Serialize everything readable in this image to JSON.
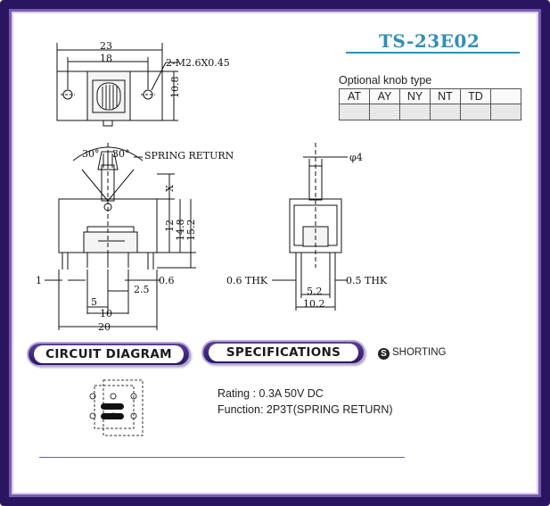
{
  "title": "TS-23E02",
  "knob": {
    "caption": "Optional knob type",
    "types": [
      "AT",
      "AY",
      "NY",
      "NT",
      "TD",
      ""
    ]
  },
  "top_view": {
    "dim_overall": "23",
    "dim_holes": "18",
    "dim_screw": "2-M2.6X0.45",
    "dim_height": "10.8"
  },
  "front_view": {
    "angle_left": "30°",
    "angle_right": "30°",
    "spring_label": "SPRING RETURN",
    "dim_x": "X",
    "dim_12": "12",
    "dim_148": "14.8",
    "dim_152": "15.2",
    "dim_1": "1",
    "dim_06": "0.6",
    "dim_25": "2.5",
    "dim_5": "5",
    "dim_10": "10",
    "dim_20": "20"
  },
  "side_view": {
    "dim_dia": "φ4",
    "thk_left": "0.6 THK",
    "thk_right": "0.5 THK",
    "dim_52": "5.2",
    "dim_102": "10.2"
  },
  "sections": {
    "circuit": "CIRCUIT DIAGRAM",
    "specs": "SPECIFICATIONS",
    "shorting": "SHORTING",
    "shorting_icon": "S"
  },
  "specifications": {
    "rating": "Rating : 0.3A 50V DC",
    "function": "Function: 2P3T(SPRING RETURN)"
  },
  "colors": {
    "frame": "#2a1660",
    "title": "#2f8fb6",
    "pill": "#3d2a80"
  }
}
